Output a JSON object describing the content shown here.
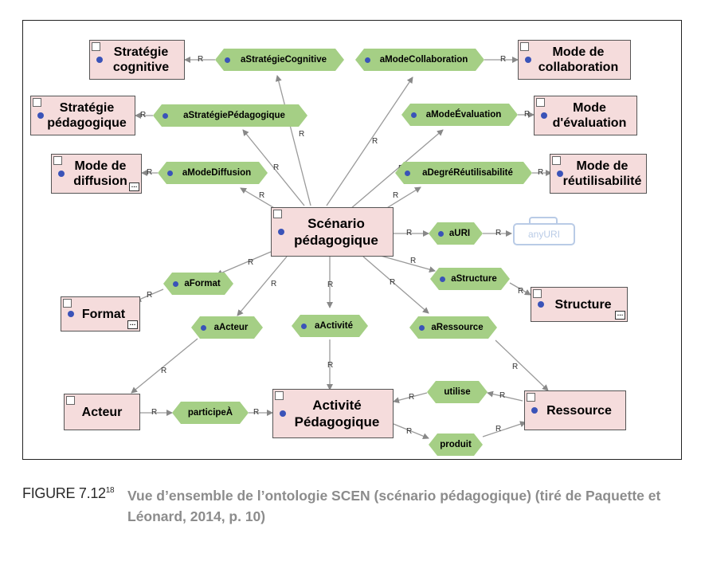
{
  "caption": {
    "label": "FIGURE 7.12",
    "label_sup": "18",
    "text": "Vue d’ensemble de l’ontologie SCEN (scénario pédagogique) (tiré de Paquette et Léonard, 2014, p. 10)"
  },
  "relation_label": "R",
  "classes": {
    "strategie_cognitive": "Stratégie cognitive",
    "mode_collaboration": "Mode de collaboration",
    "strategie_pedagogique": "Stratégie pédagogique",
    "mode_evaluation": "Mode d'évaluation",
    "mode_diffusion": "Mode de diffusion",
    "mode_reutilisabilite": "Mode de réutilisabilité",
    "scenario": "Scénario pédagogique",
    "format": "Format",
    "structure": "Structure",
    "acteur": "Acteur",
    "activite": "Activité Pédagogique",
    "ressource": "Ressource"
  },
  "properties": {
    "a_strategie_cognitive": "aStratégieCognitive",
    "a_mode_collaboration": "aModeCollaboration",
    "a_strategie_pedagogique": "aStratégiePédagogique",
    "a_mode_evaluation": "aModeÉvaluation",
    "a_mode_diffusion": "aModeDiffusion",
    "a_degre_reutilisabilite": "aDegréRéutilisabilité",
    "a_uri": "aURI",
    "a_format": "aFormat",
    "a_structure": "aStructure",
    "a_acteur": "aActeur",
    "a_activite": "aActivité",
    "a_ressource": "aRessource",
    "utilise": "utilise",
    "participe_a": "participeÀ",
    "produit": "produit"
  },
  "datatype": "anyURI",
  "colors": {
    "class_fill": "#f5dcdc",
    "property_fill": "#a5cf85",
    "property_dot": "#3a53b8",
    "datatype_border": "#b9cbe6"
  }
}
